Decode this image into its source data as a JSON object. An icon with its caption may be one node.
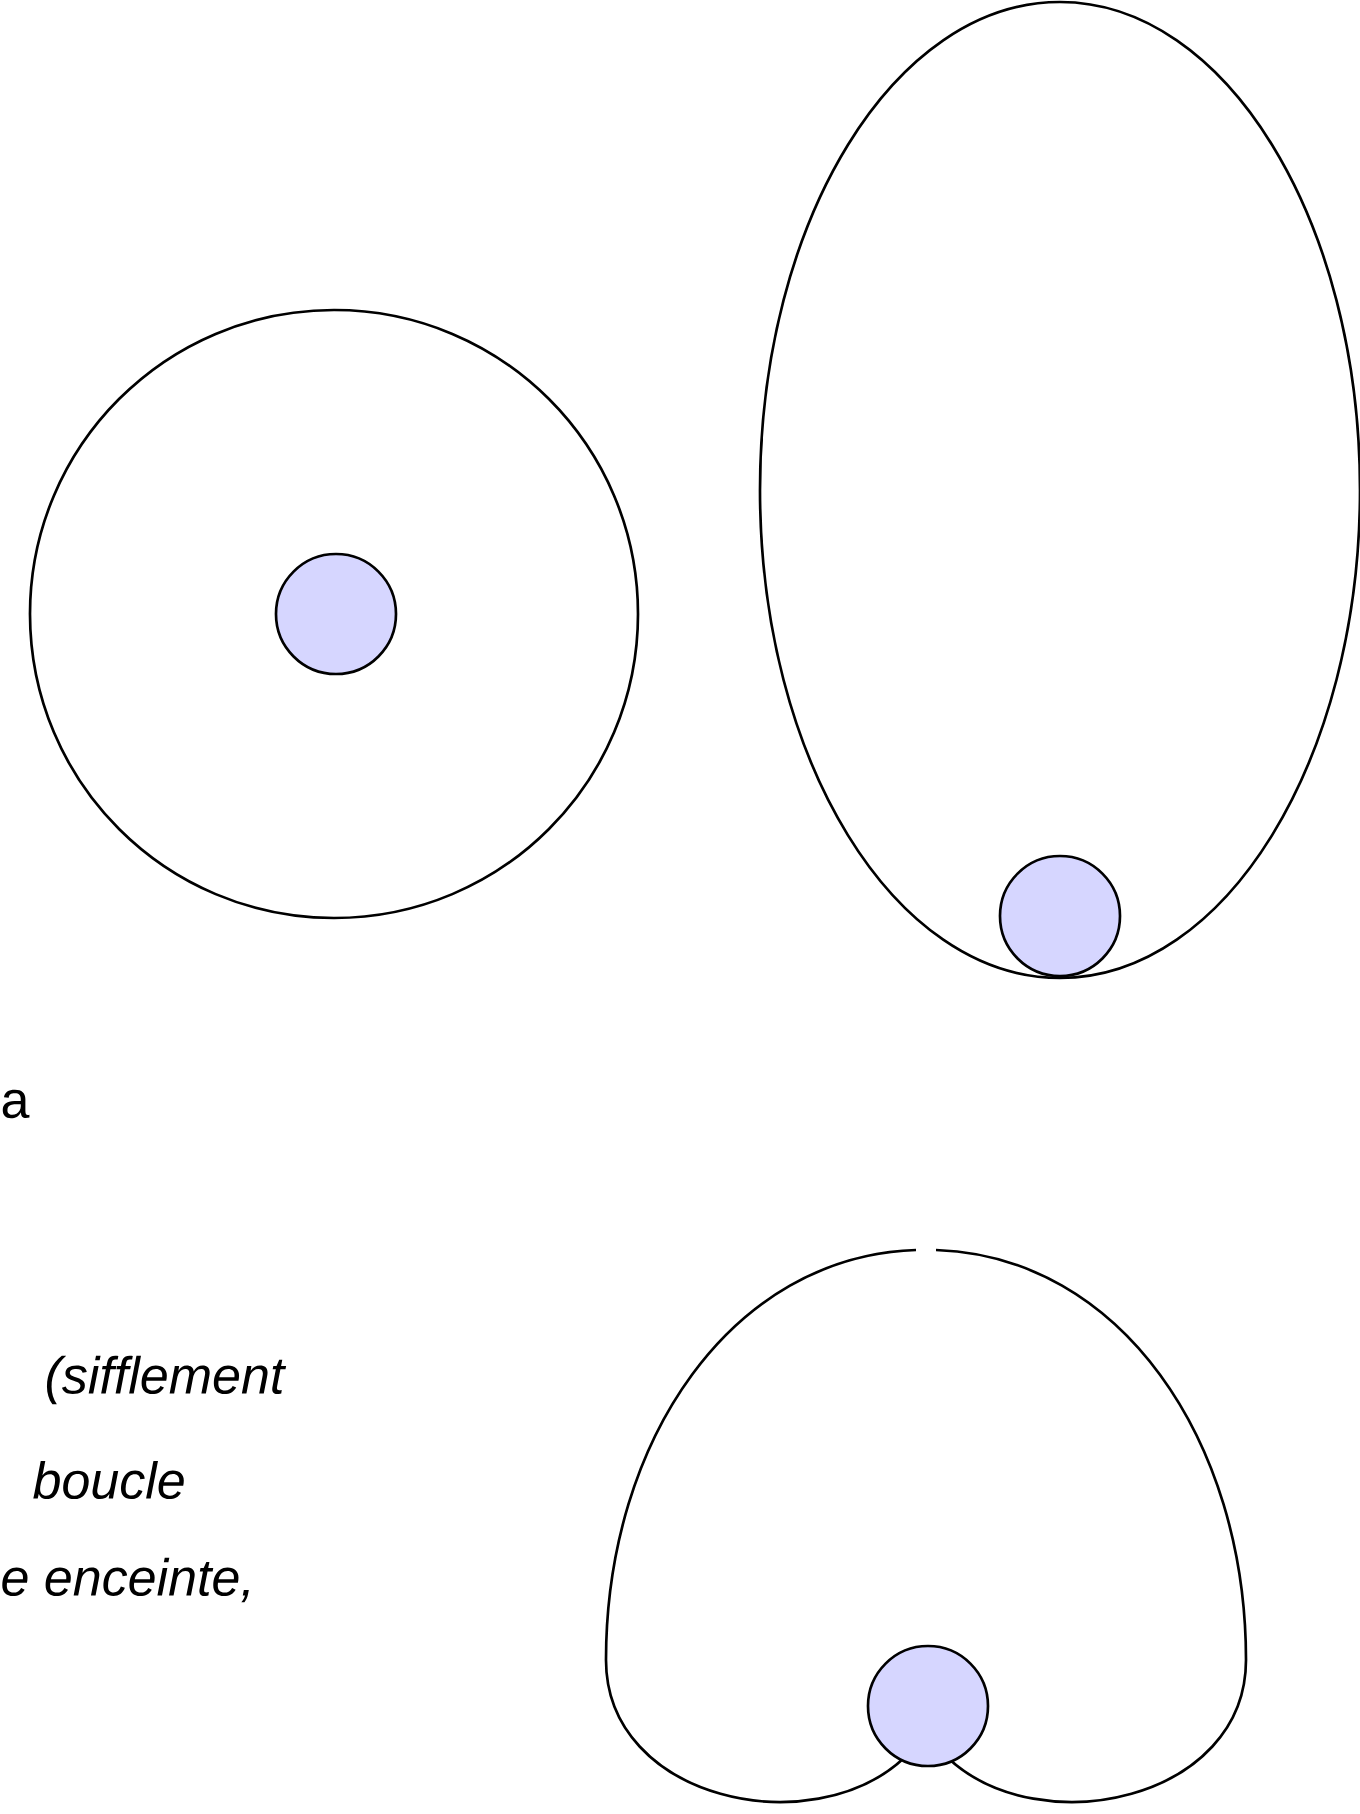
{
  "diagram": {
    "nodes": [
      {
        "text": [],
        "shape": "circle"
      },
      {
        "text": [],
        "shape": "circle",
        "in": 0
      },
      {
        "text": [],
        "shape": "ellipse"
      },
      {
        "text": [],
        "shape": "circle",
        "in": 2
      },
      {
        "text": [],
        "shape": "cardioid"
      },
      {
        "text": [],
        "shape": "circle",
        "in": 4
      }
    ],
    "labels": [
      "a",
      "(sifflement",
      "boucle",
      "e enceinte,"
    ]
  }
}
